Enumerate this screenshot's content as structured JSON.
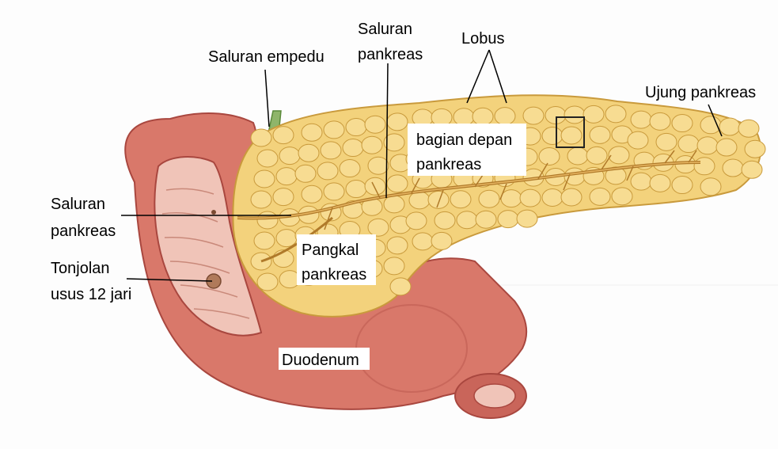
{
  "labels": {
    "saluran_empedu": "Saluran empedu",
    "saluran_pankreas_top_1": "Saluran",
    "saluran_pankreas_top_2": "pankreas",
    "lobus": "Lobus",
    "ujung_pankreas": "Ujung pankreas",
    "bagian_depan_1": "bagian depan",
    "bagian_depan_2": "pankreas",
    "saluran_pankreas_left_1": "Saluran",
    "saluran_pankreas_left_2": "pankreas",
    "tonjolan_1": "Tonjolan",
    "tonjolan_2": "usus 12 jari",
    "pangkal_1": "Pangkal",
    "pangkal_2": "pankreas",
    "duodenum": "Duodenum"
  },
  "colors": {
    "pancreas_fill": "#f3d27c",
    "pancreas_lobule": "#f7dc92",
    "pancreas_outline": "#c99a3c",
    "duct": "#b07a2a",
    "duodenum_fill": "#d9786a",
    "duodenum_dark": "#a9473f",
    "duodenum_inner": "#f0c4b8",
    "bile_duct": "#8fb56a"
  }
}
